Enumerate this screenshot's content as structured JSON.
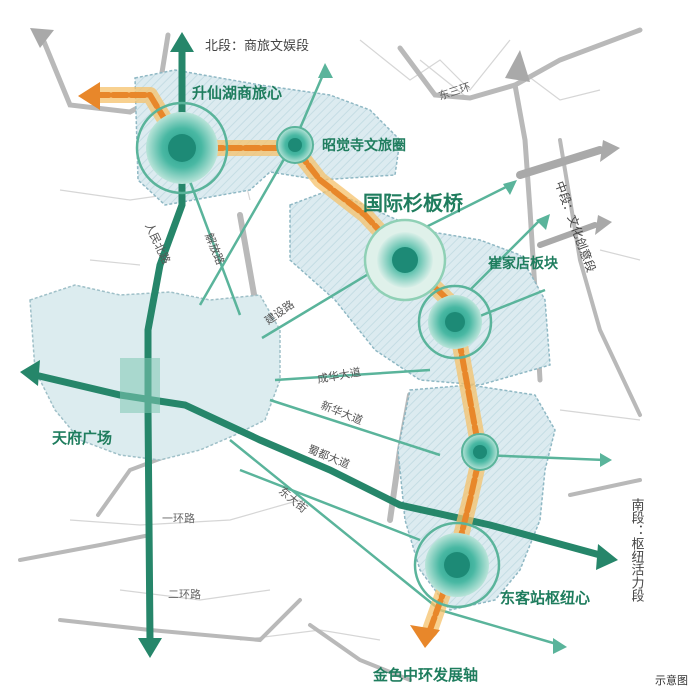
{
  "zones": {
    "north_label": "北段：商旅文娱段",
    "middle_label": "中段：文化创意段",
    "south_label": "南段：枢纽活力段"
  },
  "nodes": {
    "shengxianhu": "升仙湖商旅心",
    "zhaojuesi": "昭觉寺文旅圈",
    "shanbanqiao": "国际杉板桥",
    "cuijiadian": "崔家店板块",
    "dongkezhan": "东客站枢纽心",
    "tianfu": "天府广场"
  },
  "roads": {
    "dongsanhuan": "东三环",
    "renminbeilu": "人民北路",
    "jiefanglu": "解放路",
    "jianshelu": "建设路",
    "chenghuadadao": "成华大道",
    "xinhuadadao": "新华大道",
    "shududadao": "蜀都大道",
    "dongdajie": "东大街",
    "yihuanlu": "一环路",
    "erhuanlu": "二环路"
  },
  "axis_label": "金色中环发展轴",
  "caption": "示意图",
  "colors": {
    "teal_dark": "#26866a",
    "teal_light": "#8fd0b5",
    "gold": "#f4a23b",
    "gold_dark": "#e8872a",
    "grey_road": "#bdbdbd",
    "zone_fill": "#dcebf0"
  }
}
